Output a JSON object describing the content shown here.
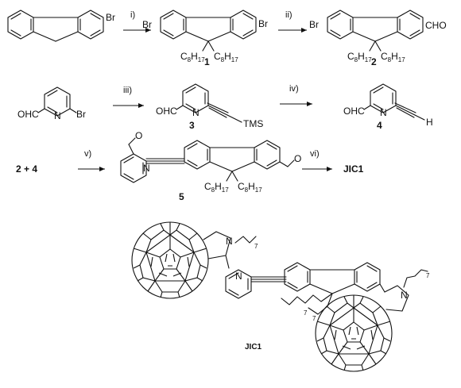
{
  "atoms": {
    "br": "Br",
    "cho": "CHO",
    "ohc": "OHC",
    "n": "N",
    "o": "O",
    "tms": "TMS",
    "h": "H",
    "c8h17_c": "C",
    "c8h17_8": "8",
    "c8h17_h": "H",
    "c8h17_17": "17",
    "chain_7": "7"
  },
  "compounds": {
    "c1": "1",
    "c2": "2",
    "c3": "3",
    "c4": "4",
    "c5": "5"
  },
  "steps": {
    "i": "i)",
    "ii": "ii)",
    "iii": "iii)",
    "iv": "iv)",
    "v": "v)",
    "vi": "vi)"
  },
  "reactants_row3": "2 + 4",
  "product": "JIC1",
  "product_caption": "JIC1"
}
